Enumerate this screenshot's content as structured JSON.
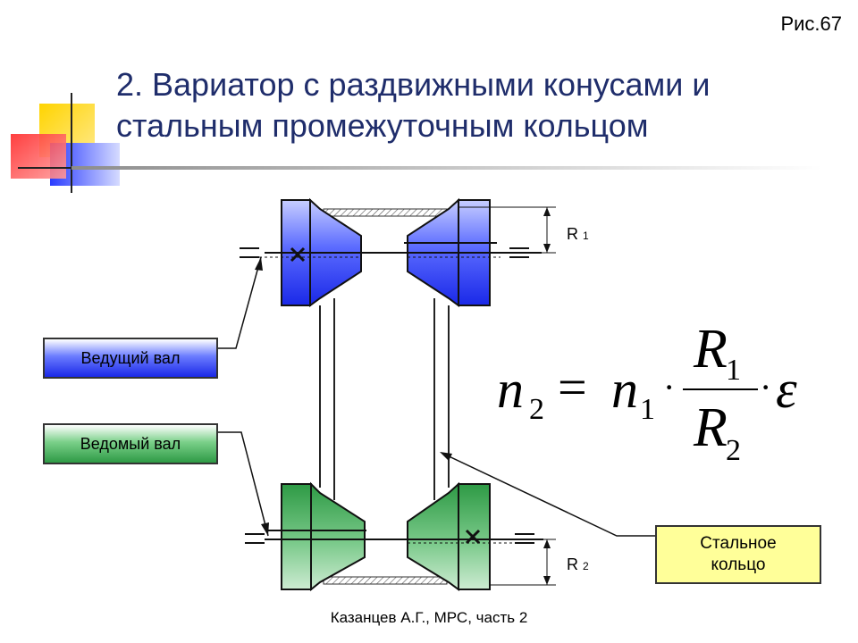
{
  "figure_label": "Рис.67",
  "title": "2. Вариатор с раздвижными конусами и стальным промежуточным кольцом",
  "labels": {
    "drive_shaft": "Ведущий вал",
    "driven_shaft": "Ведомый вал",
    "steel_ring_line1": "Стальное",
    "steel_ring_line2": "кольцо",
    "r1": "R",
    "r1_sub": "1",
    "r2": "R",
    "r2_sub": "2"
  },
  "formula": {
    "lhs_var": "n",
    "lhs_sub": "2",
    "equals": "=",
    "rhs_var": "n",
    "rhs_sub": "1",
    "dot": "·",
    "num_var": "R",
    "num_sub": "1",
    "den_var": "R",
    "den_sub": "2",
    "epsilon": "ε"
  },
  "footer": "Казанцев А.Г., МРС, часть 2",
  "colors": {
    "title": "#1f2d6b",
    "drive_blue": "#1a28e8",
    "driven_green": "#2e9a45",
    "ring_fill": "#ffff99",
    "deco_yellow": "#ffd400",
    "deco_red": "#ff2a2a",
    "deco_blue": "#2a3cff"
  }
}
